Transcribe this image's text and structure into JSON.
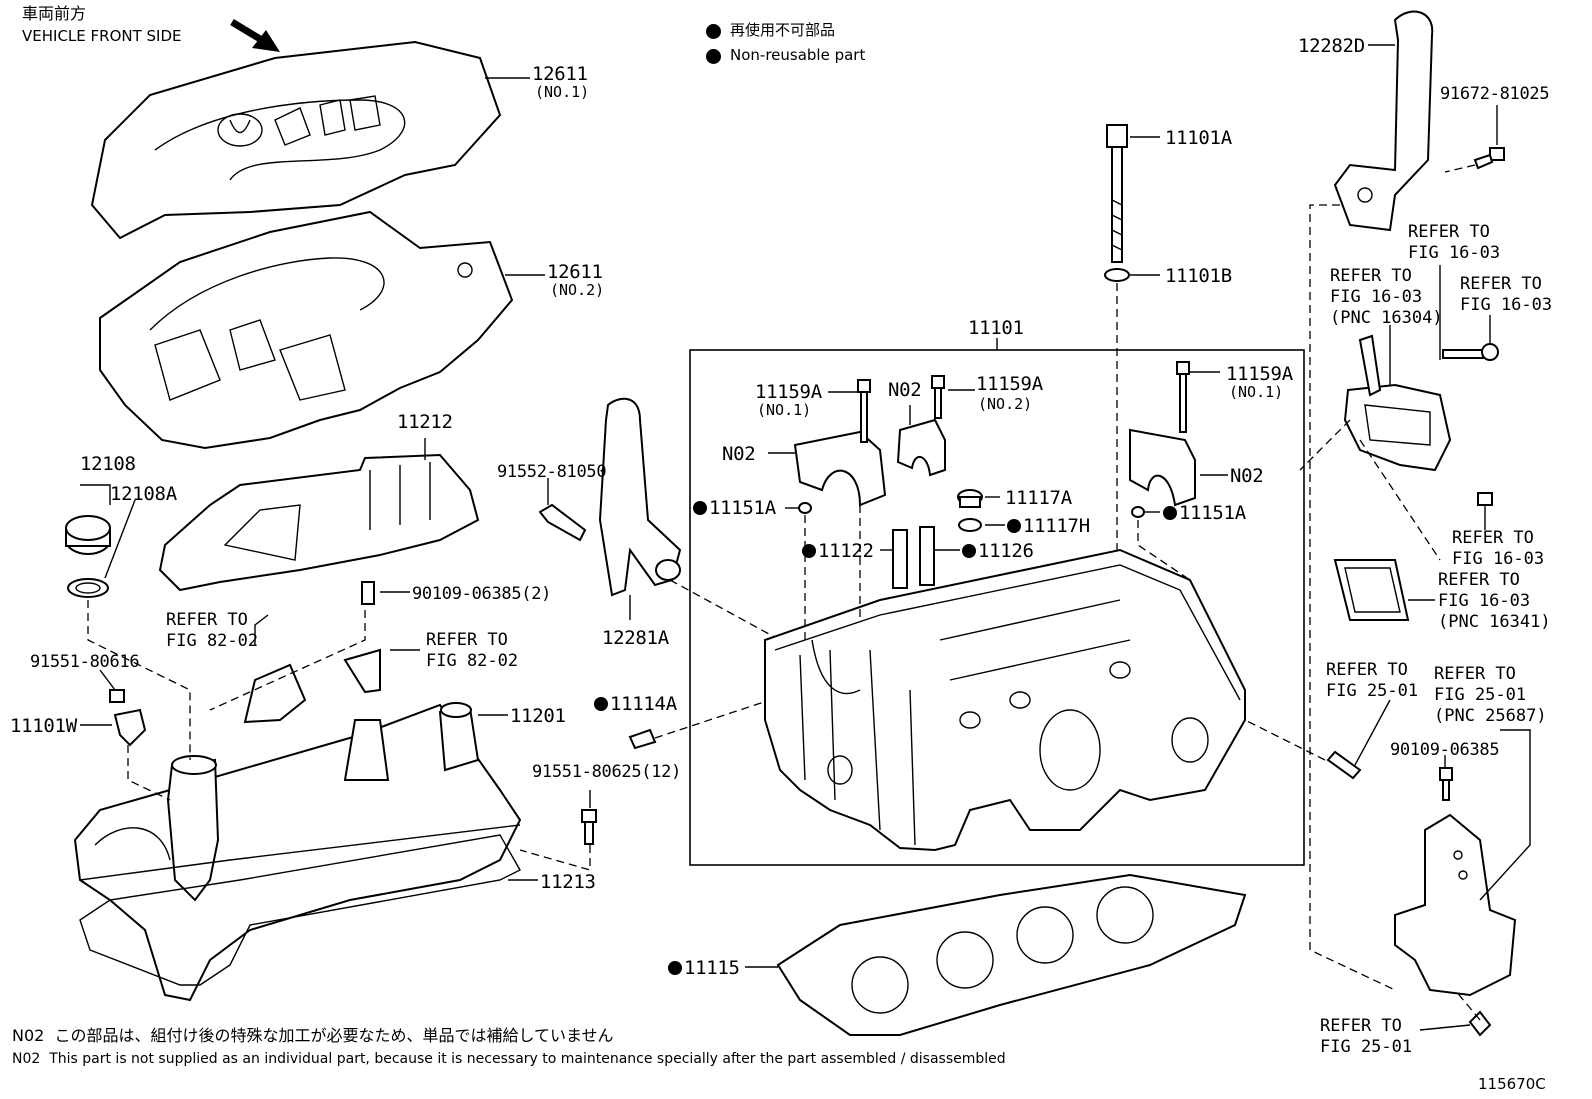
{
  "header": {
    "direction_jp": "車両前方",
    "direction_en": "VEHICLE FRONT SIDE",
    "legend_jp": "再使用不可部品",
    "legend_en": "Non-reusable part"
  },
  "labels": {
    "p12611_1": "12611",
    "p12611_1_sub": "(NO.1)",
    "p12611_2": "12611",
    "p12611_2_sub": "(NO.2)",
    "p11212": "11212",
    "p12108": "12108",
    "p12108A": "12108A",
    "p90109_2": "90109-06385(2)",
    "refer_82_a": "REFER TO\nFIG 82-02",
    "refer_82_b": "REFER TO\nFIG 82-02",
    "p91551_80616": "91551-80616",
    "p11101W": "11101W",
    "p11201": "11201",
    "p91551_80625": "91551-80625(12)",
    "p11213": "11213",
    "p91552": "91552-81050",
    "p12281A": "12281A",
    "p11114A": "11114A",
    "p11101A": "11101A",
    "p11101B": "11101B",
    "p11101": "11101",
    "p11159A_l": "11159A",
    "p11159A_l_sub": "(NO.1)",
    "pN02_top": "N02",
    "p11159A_m": "11159A",
    "p11159A_m_sub": "(NO.2)",
    "pN02_left": "N02",
    "p11159A_r": "11159A",
    "p11159A_r_sub": "(NO.1)",
    "pN02_right": "N02",
    "p11151A_l": "11151A",
    "p11117A": "11117A",
    "p11117H": "11117H",
    "p11151A_r": "11151A",
    "p11122": "11122",
    "p11126": "11126",
    "p11115": "11115",
    "p12282D": "12282D",
    "p91672": "91672-81025",
    "refer_16_a": "REFER TO\nFIG 16-03",
    "refer_16_b": "REFER TO\nFIG 16-03\n(PNC 16304)",
    "refer_16_c": "REFER TO\nFIG 16-03",
    "refer_16_d": "REFER TO\nFIG 16-03",
    "refer_16_e": "REFER TO\nFIG 16-03\n(PNC 16341)",
    "refer_25_a": "REFER TO\nFIG 25-01",
    "refer_25_b": "REFER TO\nFIG 25-01\n(PNC 25687)",
    "p90109_r": "90109-06385",
    "refer_25_c": "REFER TO\nFIG 25-01",
    "figure_id": "115670C"
  },
  "footnote": {
    "code_jp": "N02",
    "text_jp": "この部品は、組付け後の特殊な加工が必要なため、単品では補給していません",
    "code_en": "N02",
    "text_en": "This part is not supplied as an individual part, because it is necessary to maintenance specially after the part assembled / disassembled"
  }
}
